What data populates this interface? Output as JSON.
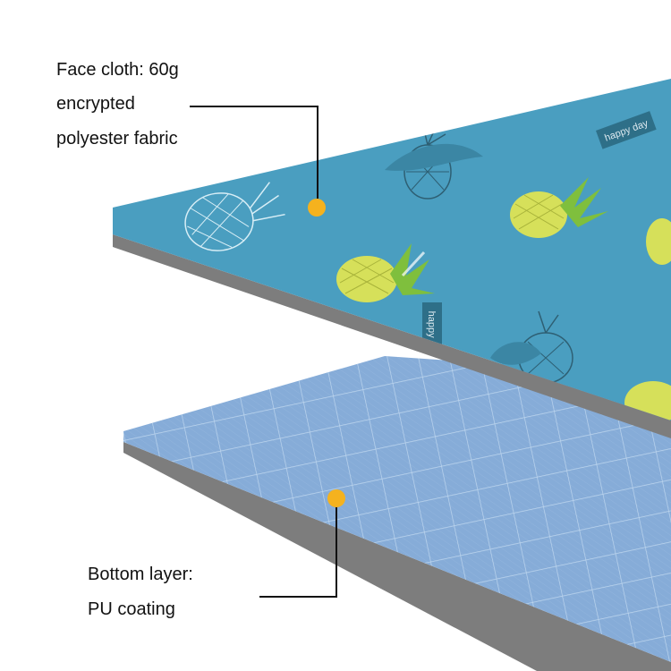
{
  "top_layer": {
    "label_lines": [
      "Face cloth: 60g",
      "encrypted",
      "polyester fabric"
    ],
    "print_text": "happy day"
  },
  "bottom_layer": {
    "label_lines": [
      "Bottom layer:",
      "PU coating"
    ]
  },
  "colors": {
    "top_fabric": "#4a9ec0",
    "top_edge": "#7d7d7d",
    "bottom_fabric": "#86acd8",
    "bottom_edge": "#7d7d7d",
    "grid_line": "#c8ddf2",
    "marker": "#f5b21e",
    "leader_line": "#111111",
    "pineapple_body": "#d6e05a",
    "pineapple_leaf": "#7fbf3d",
    "tag_bg": "#2e6f88",
    "tag_text": "#dce9ef"
  },
  "icons": {
    "top_marker": "dot-marker-icon",
    "bottom_marker": "dot-marker-icon",
    "print_motif": "pineapple-icon"
  }
}
